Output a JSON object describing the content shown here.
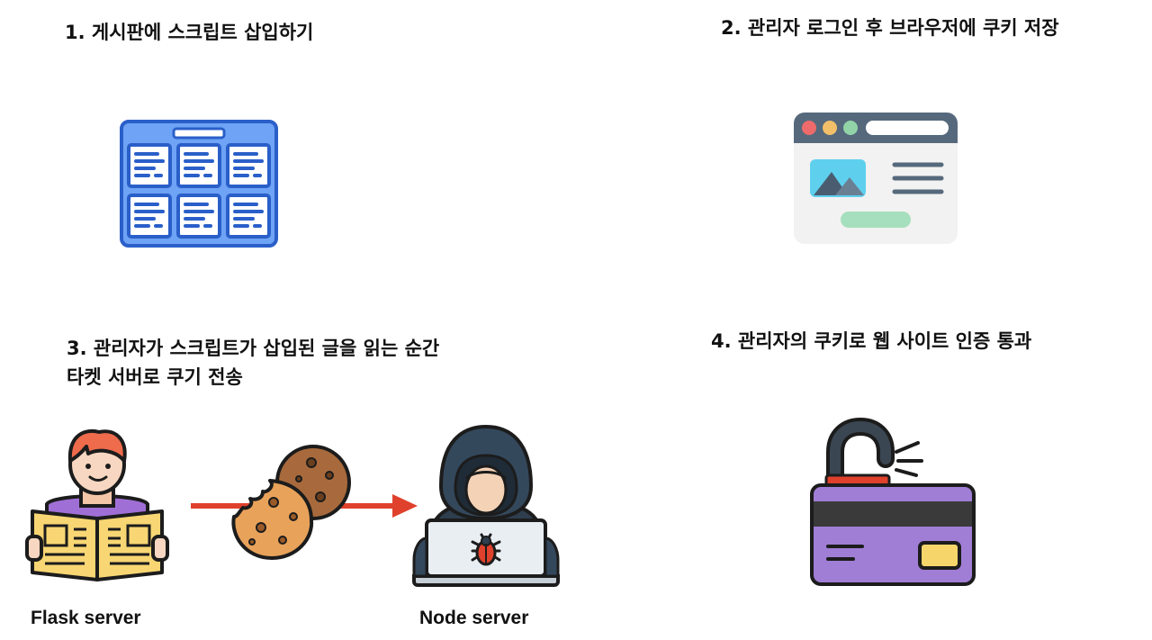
{
  "steps": [
    {
      "lines": [
        "1. 게시판에 스크립트 삽입하기"
      ]
    },
    {
      "lines": [
        "2. 관리자 로그인 후 브라우저에 쿠키 저장"
      ]
    },
    {
      "lines": [
        "3. 관리자가 스크립트가 삽입된 글을 읽는 순간",
        "타켓 서버로 쿠기 전송"
      ]
    },
    {
      "lines": [
        "4. 관리자의 쿠키로 웹 사이트 인증 통과"
      ]
    }
  ],
  "labels": {
    "flask": "Flask server",
    "node": "Node server"
  },
  "icons": [
    "board-icon",
    "browser-window-icon",
    "reader-person-icon",
    "arrow-icon",
    "cookie-icon",
    "hacker-icon",
    "bug-icon",
    "credit-card-icon",
    "unlocked-padlock-icon"
  ],
  "colors": {
    "board_blue": "#2f6bd6",
    "arrow_red": "#e0412c",
    "card_purple": "#a07ed6",
    "cookie_brown": "#a86a3c",
    "hoodie": "#2e3e4e"
  }
}
